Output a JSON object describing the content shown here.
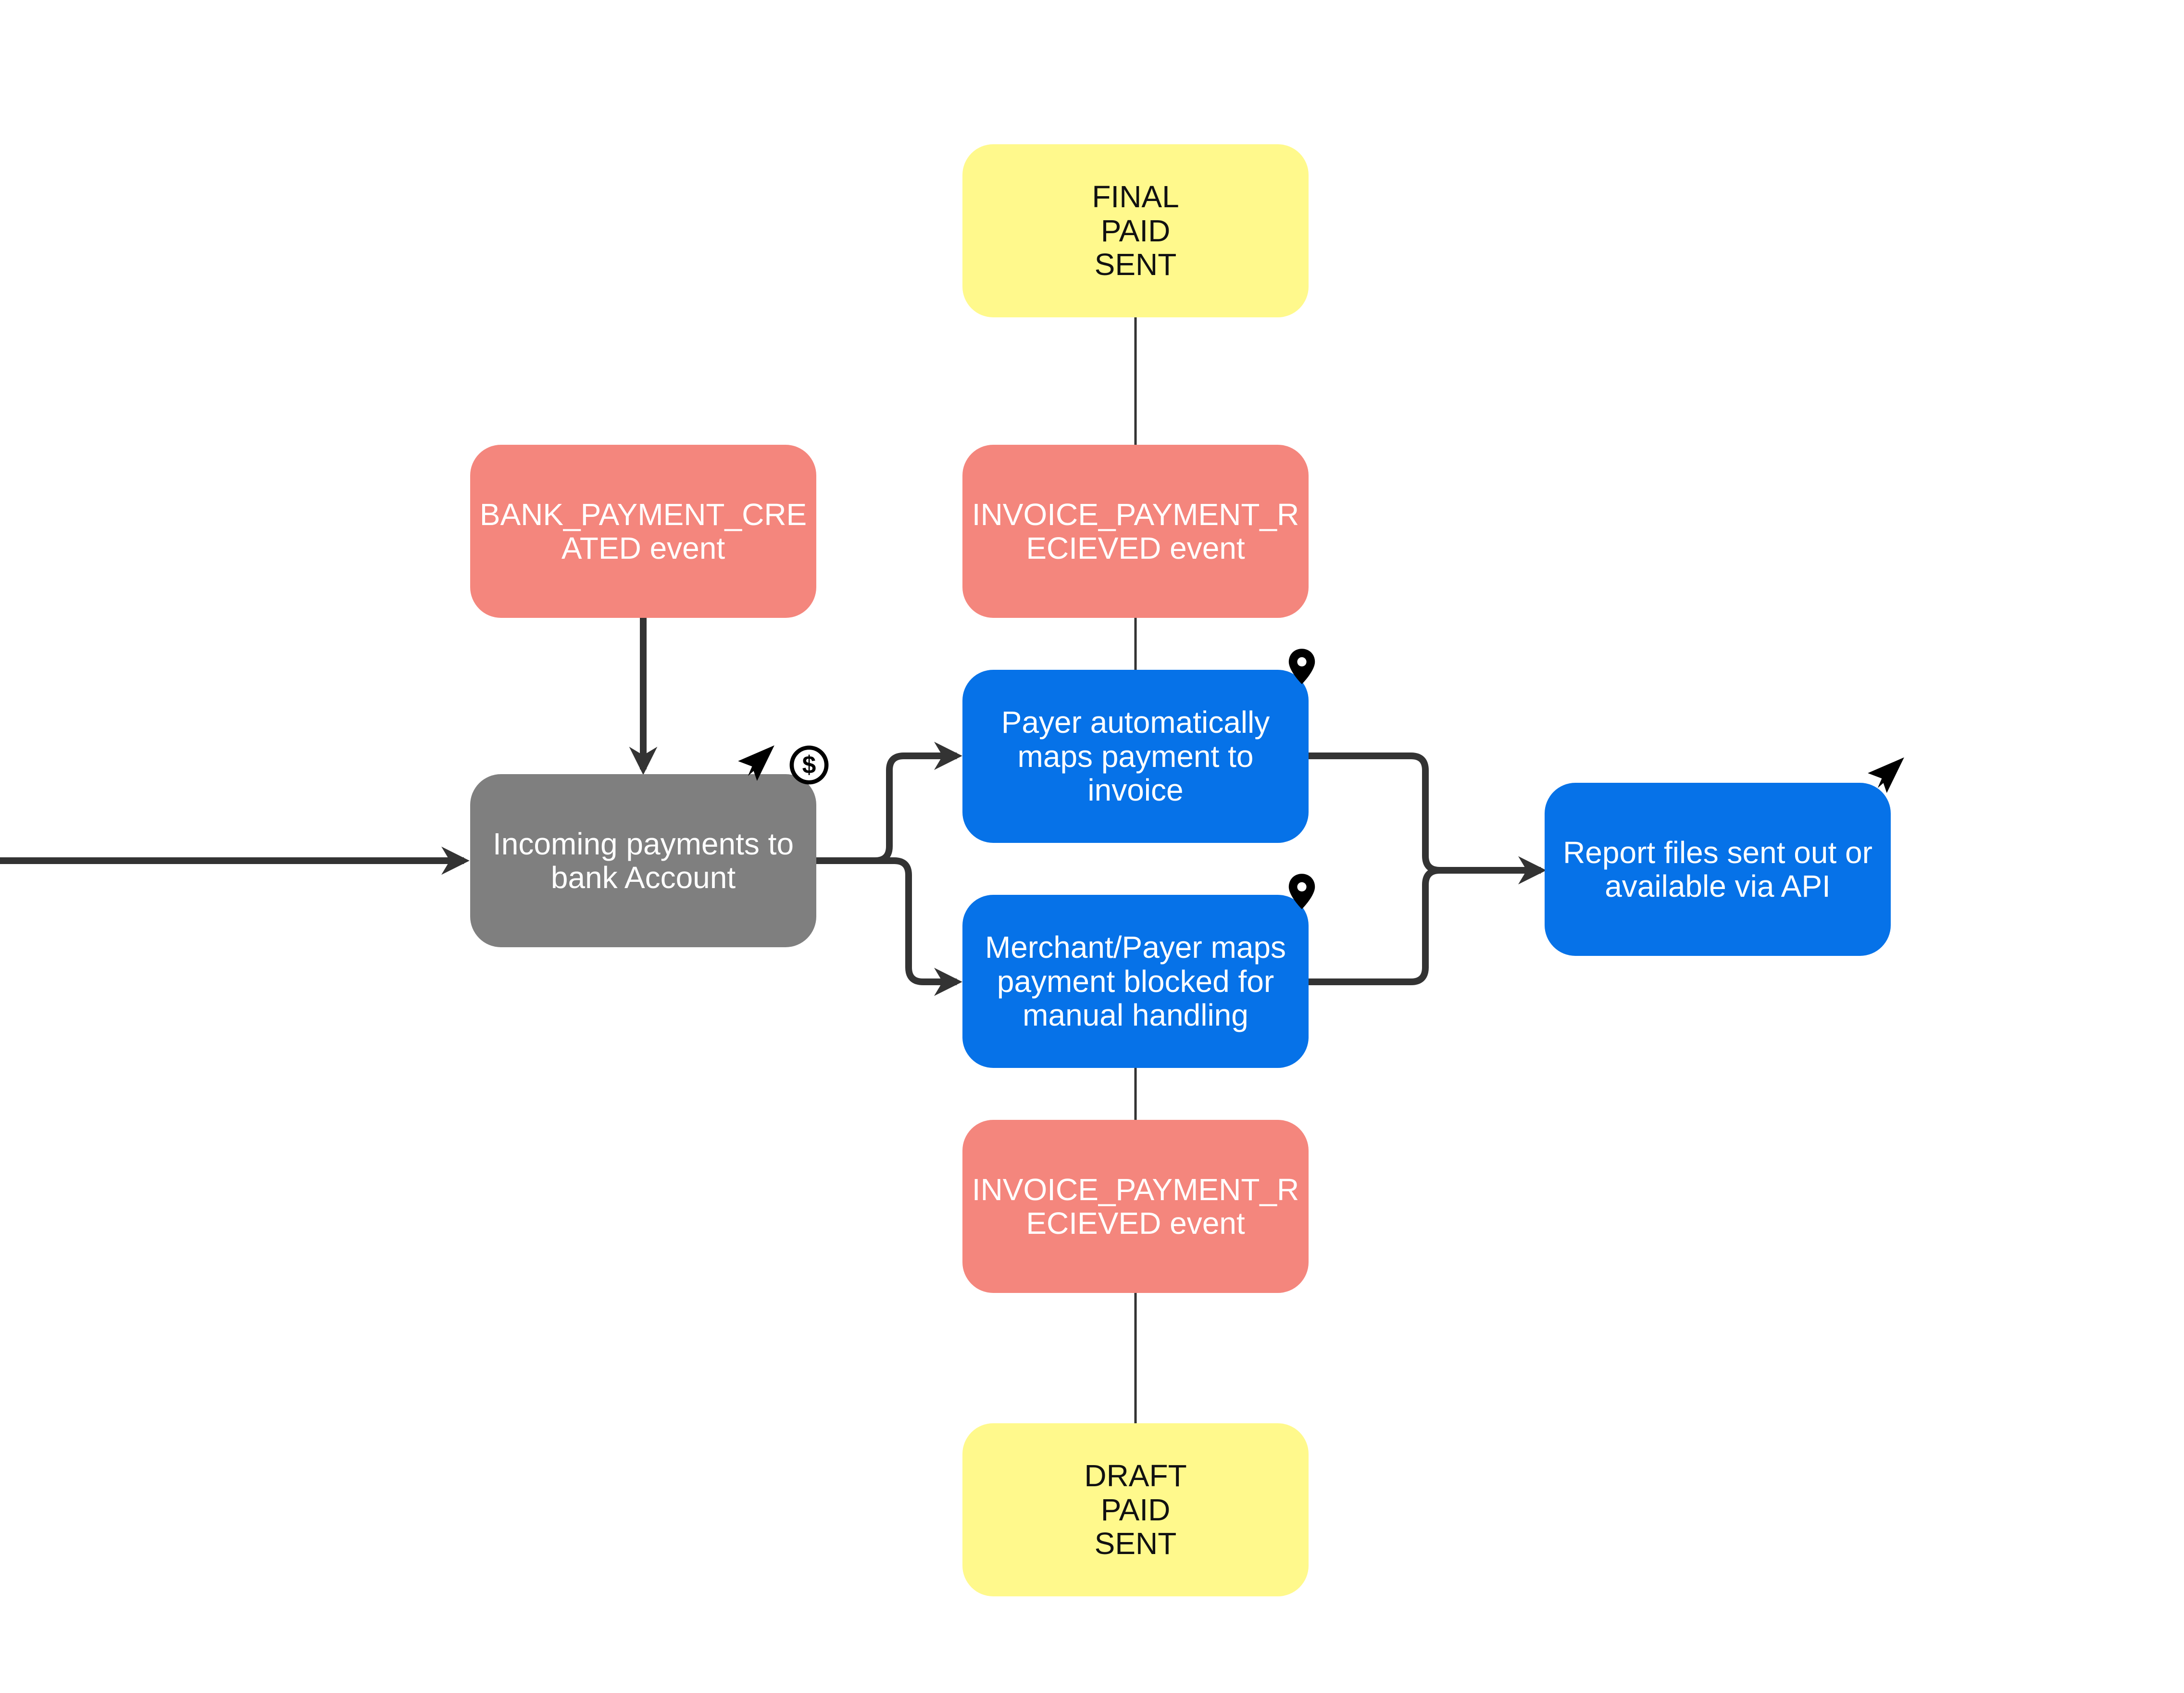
{
  "colors": {
    "state": "#fff98c",
    "event": "#f4867d",
    "action": "#0672e8",
    "source": "#7f7f7f",
    "connector": "#333333"
  },
  "nodes": {
    "final_state": "FINAL\nPAID\nSENT",
    "bank_event": "BANK_PAYMENT_CRE\nATED event",
    "invoice_event_top": "INVOICE_PAYMENT_R\nECIEVED event",
    "incoming": "Incoming payments to\nbank Account",
    "payer_auto": "Payer automatically\nmaps payment to\ninvoice",
    "merchant_manual": "Merchant/Payer maps\npayment blocked for\nmanual handling",
    "report": "Report files sent out or\navailable via API",
    "invoice_event_bottom": "INVOICE_PAYMENT_R\nECIEVED event",
    "draft_state": "DRAFT\nPAID\nSENT"
  },
  "icons": {
    "incoming_send": "paper-plane-icon",
    "incoming_dollar": "dollar-icon",
    "payer_pin": "map-pin-icon",
    "merchant_pin": "map-pin-icon",
    "report_send": "paper-plane-icon"
  }
}
